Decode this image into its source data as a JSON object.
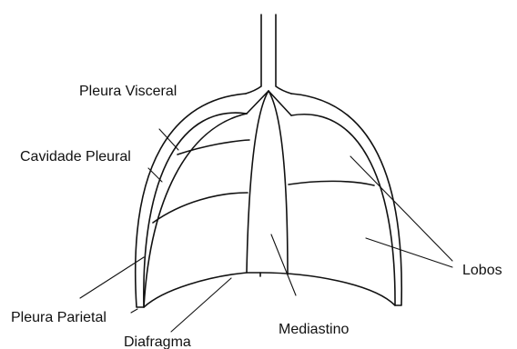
{
  "labels": {
    "pleura_visceral": "Pleura Visceral",
    "cavidade_pleural": "Cavidade Pleural",
    "pleura_parietal": "Pleura Parietal",
    "diafragma": "Diafragma",
    "mediastino": "Mediastino",
    "lobos": "Lobos"
  },
  "colors": {
    "line": "#111111",
    "background": "#ffffff"
  }
}
